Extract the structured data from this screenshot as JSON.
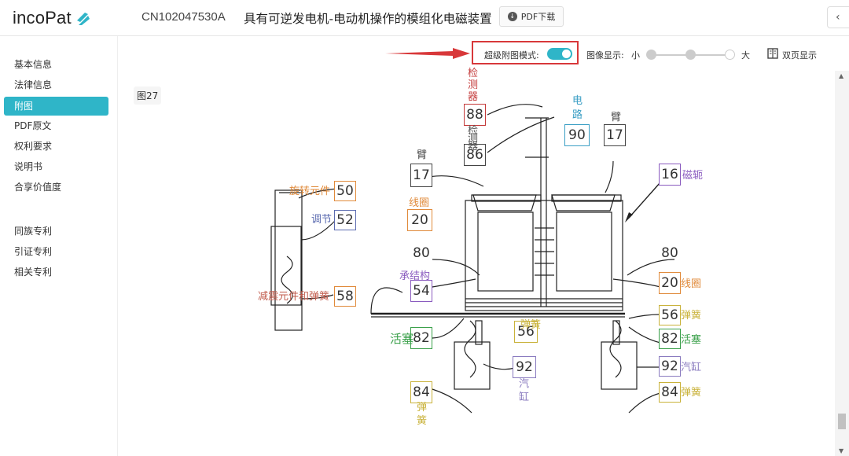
{
  "header": {
    "logo": "incoPat",
    "patent_number": "CN102047530A",
    "title": "具有可逆发电机-电动机操作的模组化电磁装置",
    "pdf_download": "PDF下载",
    "back_icon": "chevron-left-icon"
  },
  "sidebar": {
    "items": [
      {
        "label": "基本信息"
      },
      {
        "label": "法律信息"
      },
      {
        "label": "附图"
      },
      {
        "label": "PDF原文"
      },
      {
        "label": "权利要求"
      },
      {
        "label": "说明书"
      },
      {
        "label": "合享价值度"
      },
      {
        "label": "同族专利"
      },
      {
        "label": "引证专利"
      },
      {
        "label": "相关专利"
      }
    ],
    "active_index": 2,
    "accent_color": "#2fb5c8"
  },
  "toolbar": {
    "super_mode_label": "超级附图模式:",
    "super_mode_on": true,
    "image_display_label": "图像显示:",
    "size_small": "小",
    "size_large": "大",
    "dual_page": "双页显示",
    "highlight_color": "#d8383a"
  },
  "figure": {
    "label": "图27",
    "callouts": {
      "n50": "50",
      "n52": "52",
      "n58": "58",
      "n17a": "17",
      "n86": "86",
      "n88": "88",
      "n20a": "20",
      "n80a": "80",
      "n54": "54",
      "n82a": "82",
      "n56a": "56",
      "n92a": "92",
      "n84a": "84",
      "n90": "90",
      "n17b": "17",
      "n16": "16",
      "n80b": "80",
      "n20b": "20",
      "n56b": "56",
      "n82b": "82",
      "n92b": "92",
      "n84b": "84"
    },
    "terms": {
      "rotating_member": "旋转元件",
      "adjust": "调节",
      "damper_spring": "减震元件和弹簧",
      "arm_a": "臂",
      "arm_b": "臂",
      "detector_top": "检测器",
      "detector_mid": "检测器",
      "circuit": "电路",
      "coil_a": "线圈",
      "coil_b": "线圈",
      "structure": "承结构",
      "piston_a": "活塞",
      "piston_b": "活塞",
      "spring_a": "弹簧",
      "spring_b": "弹簧",
      "spring_c": "弹簧",
      "spring_d": "弹簧",
      "cylinder_a": "汽缸",
      "cylinder_b": "汽缸",
      "yoke": "磁轭"
    }
  }
}
